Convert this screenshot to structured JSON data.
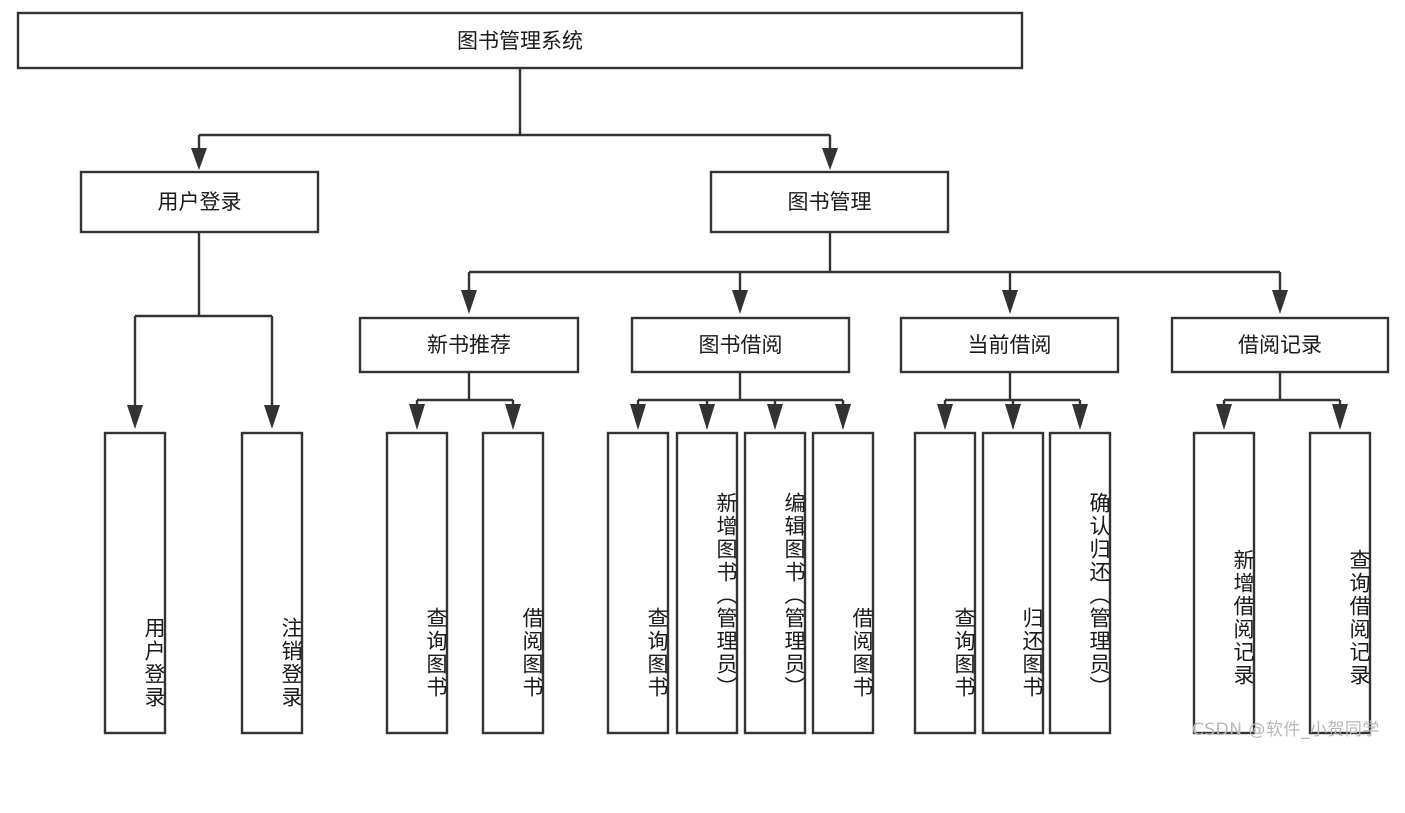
{
  "diagram": {
    "title": "图书管理系统",
    "type": "tree",
    "levels": 4,
    "root": {
      "id": "root",
      "label": "图书管理系统",
      "orientation": "horizontal"
    },
    "level2": [
      {
        "id": "user-login",
        "label": "用户登录",
        "orientation": "horizontal"
      },
      {
        "id": "book-manage",
        "label": "图书管理",
        "orientation": "horizontal"
      }
    ],
    "level3": [
      {
        "id": "new-book-rec",
        "label": "新书推荐",
        "orientation": "horizontal",
        "parent": "book-manage"
      },
      {
        "id": "book-borrow",
        "label": "图书借阅",
        "orientation": "horizontal",
        "parent": "book-manage"
      },
      {
        "id": "current-borrow",
        "label": "当前借阅",
        "orientation": "horizontal",
        "parent": "book-manage"
      },
      {
        "id": "borrow-record",
        "label": "借阅记录",
        "orientation": "horizontal",
        "parent": "book-manage"
      }
    ],
    "leaves": [
      {
        "id": "leaf-user-login",
        "label": "用户登录",
        "orientation": "vertical",
        "parent": "user-login"
      },
      {
        "id": "leaf-logout-login",
        "label": "注销登录",
        "orientation": "vertical",
        "parent": "user-login"
      },
      {
        "id": "leaf-query-book-1",
        "label": "查询图书",
        "orientation": "vertical",
        "parent": "new-book-rec"
      },
      {
        "id": "leaf-borrow-book-1",
        "label": "借阅图书",
        "orientation": "vertical",
        "parent": "new-book-rec"
      },
      {
        "id": "leaf-query-book-2",
        "label": "查询图书",
        "orientation": "vertical",
        "parent": "book-borrow"
      },
      {
        "id": "leaf-add-book",
        "label": "新增图书（管理员）",
        "orientation": "vertical",
        "parent": "book-borrow"
      },
      {
        "id": "leaf-edit-book",
        "label": "编辑图书（管理员）",
        "orientation": "vertical",
        "parent": "book-borrow"
      },
      {
        "id": "leaf-borrow-book-2",
        "label": "借阅图书",
        "orientation": "vertical",
        "parent": "book-borrow"
      },
      {
        "id": "leaf-query-book-3",
        "label": "查询图书",
        "orientation": "vertical",
        "parent": "current-borrow"
      },
      {
        "id": "leaf-return-book",
        "label": "归还图书",
        "orientation": "vertical",
        "parent": "current-borrow"
      },
      {
        "id": "leaf-confirm-return",
        "label": "确认归还（管理员）",
        "orientation": "vertical",
        "parent": "current-borrow"
      },
      {
        "id": "leaf-add-record",
        "label": "新增借阅记录",
        "orientation": "vertical",
        "parent": "borrow-record"
      },
      {
        "id": "leaf-query-record",
        "label": "查询借阅记录",
        "orientation": "vertical",
        "parent": "borrow-record"
      }
    ]
  },
  "watermark": {
    "text": "CSDN @软件_小贺同学"
  },
  "colors": {
    "box_stroke": "#333333",
    "box_fill": "#ffffff",
    "text": "#1a1a1a",
    "connector": "#333333",
    "watermark": "#b8b8b8",
    "background": "#ffffff"
  }
}
